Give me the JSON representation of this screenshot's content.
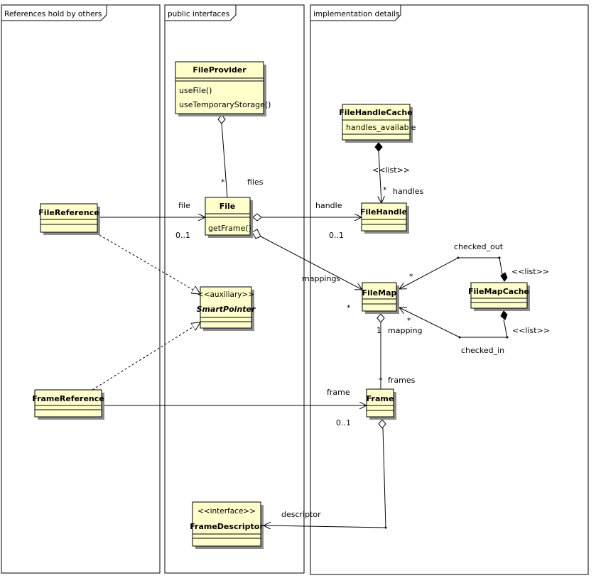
{
  "packages": {
    "references": "References hold by others",
    "public": "public interfaces",
    "impl": "implementation details"
  },
  "classes": {
    "file_provider": {
      "name": "FileProvider",
      "ops": [
        "useFile()",
        "useTemporaryStorage()"
      ]
    },
    "file": {
      "name": "File",
      "ops": [
        "getFrame()"
      ]
    },
    "smart_pointer": {
      "stereotype": "<<auxiliary>>",
      "name": "SmartPointer"
    },
    "frame_descriptor": {
      "stereotype": "<<interface>>",
      "name": "FrameDescriptor"
    },
    "file_reference": {
      "name": "FileReference"
    },
    "frame_reference": {
      "name": "FrameReference"
    },
    "file_handle_cache": {
      "name": "FileHandleCache",
      "attrs": [
        "handles_available"
      ]
    },
    "file_handle": {
      "name": "FileHandle"
    },
    "file_map": {
      "name": "FileMap"
    },
    "file_map_cache": {
      "name": "FileMapCache"
    },
    "frame": {
      "name": "Frame"
    }
  },
  "labels": {
    "files": "files",
    "files_mult": "*",
    "file": "file",
    "file_mult": "0..1",
    "handle": "handle",
    "handle_mult": "0..1",
    "list_handles": "<<list>>",
    "handles": "handles",
    "handles_mult": "*",
    "mappings": "mappings",
    "mappings_mult": "*",
    "checked_out": "checked_out",
    "checked_out_mult": "*",
    "list_out": "<<list>>",
    "checked_in": "checked_in",
    "checked_in_mult": "*",
    "list_in": "<<list>>",
    "mapping": "mapping",
    "mapping_mult": "1",
    "frames": "frames",
    "frames_mult": "*",
    "frame": "frame",
    "frame_mult": "0..1",
    "descriptor": "descriptor"
  }
}
